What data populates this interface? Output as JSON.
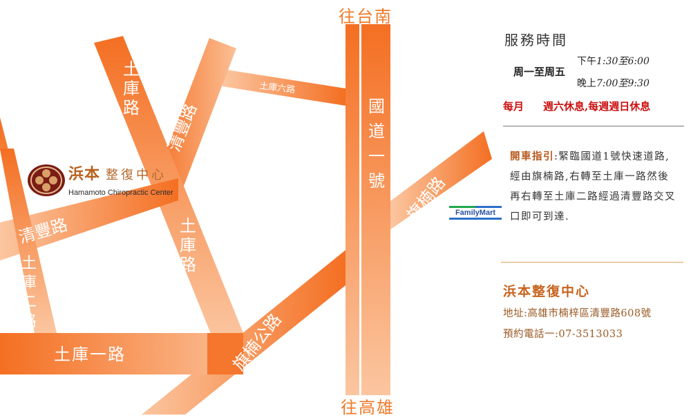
{
  "directions": {
    "north": "往台南",
    "south": "往高雄"
  },
  "roads": {
    "qingfeng": "清豐路",
    "tuku": "土庫路",
    "tuku_liu": "土庫六路",
    "tuku_er": "土庫二路",
    "tuku_yi": "土庫一路",
    "qinan_gong": "旗楠公路",
    "qinan": "旗楠路",
    "freeway_1": "國道一號"
  },
  "clinic": {
    "name_bold": "浜本",
    "name_rest": "整復中心",
    "name_en": "Hamamoto Chiropractic Center"
  },
  "landmark": {
    "store": "FamilyMart"
  },
  "info": {
    "hours_title": "服務時間",
    "hours_days": "周一至周五",
    "hours_pm_prefix": "下午",
    "hours_pm_time": "1:30至6:00",
    "hours_eve_prefix": "晚上",
    "hours_eve_time": "7:00至9:30",
    "monthly_label": "每月",
    "monthly_text": "週六休息,每週週日休息",
    "drive_label": "開車指引",
    "drive_text": ":緊臨國道1號快速道路,經由旗楠路,右轉至土庫一路然後再右轉至土庫二路經過清豐路交叉口即可到達.",
    "clinic_name": "浜本整復中心",
    "address": "地址:高雄市楠梓區清豐路608號",
    "phone": "預約電話一:07-3513033"
  },
  "colors": {
    "road_dark": "#f26b1d",
    "road_light": "#f9c19b",
    "direction_text": "#f07a2a",
    "logo_red": "#7a1d14",
    "closed_red": "#cc1111"
  }
}
